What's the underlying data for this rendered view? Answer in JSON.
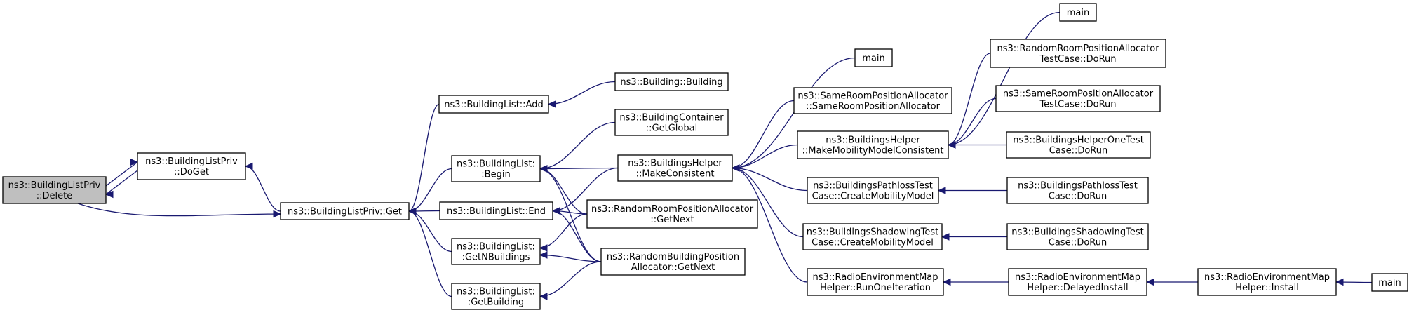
{
  "diagram": {
    "type": "call-graph",
    "nodes": [
      {
        "id": "delete",
        "lines": [
          "ns3::BuildingListPriv",
          "::Delete"
        ],
        "current": true
      },
      {
        "id": "doget",
        "lines": [
          "ns3::BuildingListPriv",
          "::DoGet"
        ]
      },
      {
        "id": "get",
        "lines": [
          "ns3::BuildingListPriv::Get"
        ]
      },
      {
        "id": "add",
        "lines": [
          "ns3::BuildingList::Add"
        ]
      },
      {
        "id": "begin",
        "lines": [
          "ns3::BuildingList:",
          ":Begin"
        ]
      },
      {
        "id": "end",
        "lines": [
          "ns3::BuildingList::End"
        ]
      },
      {
        "id": "getnb",
        "lines": [
          "ns3::BuildingList:",
          ":GetNBuildings"
        ]
      },
      {
        "id": "getbuilding",
        "lines": [
          "ns3::BuildingList:",
          ":GetBuilding"
        ]
      },
      {
        "id": "building",
        "lines": [
          "ns3::Building::Building"
        ]
      },
      {
        "id": "container",
        "lines": [
          "ns3::BuildingContainer",
          "::GetGlobal"
        ]
      },
      {
        "id": "makeconsistent",
        "lines": [
          "ns3::BuildingsHelper",
          "::MakeConsistent"
        ]
      },
      {
        "id": "rroom_getnext",
        "lines": [
          "ns3::RandomRoomPositionAllocator",
          "::GetNext"
        ]
      },
      {
        "id": "rbuild_getnext",
        "lines": [
          "ns3::RandomBuildingPosition",
          "Allocator::GetNext"
        ]
      },
      {
        "id": "main1",
        "lines": [
          "main"
        ]
      },
      {
        "id": "sameroom",
        "lines": [
          "ns3::SameRoomPositionAllocator",
          "::SameRoomPositionAllocator"
        ]
      },
      {
        "id": "mmconsistent",
        "lines": [
          "ns3::BuildingsHelper",
          "::MakeMobilityModelConsistent"
        ]
      },
      {
        "id": "pathloss_cmm",
        "lines": [
          "ns3::BuildingsPathlossTest",
          "Case::CreateMobilityModel"
        ]
      },
      {
        "id": "shadow_cmm",
        "lines": [
          "ns3::BuildingsShadowingTest",
          "Case::CreateMobilityModel"
        ]
      },
      {
        "id": "rem_run",
        "lines": [
          "ns3::RadioEnvironmentMap",
          "Helper::RunOneIteration"
        ]
      },
      {
        "id": "main2",
        "lines": [
          "main"
        ]
      },
      {
        "id": "rroom_test",
        "lines": [
          "ns3::RandomRoomPositionAllocator",
          "TestCase::DoRun"
        ]
      },
      {
        "id": "sameroom_test",
        "lines": [
          "ns3::SameRoomPositionAllocator",
          "TestCase::DoRun"
        ]
      },
      {
        "id": "helper_test",
        "lines": [
          "ns3::BuildingsHelperOneTest",
          "Case::DoRun"
        ]
      },
      {
        "id": "pathloss_test",
        "lines": [
          "ns3::BuildingsPathlossTest",
          "Case::DoRun"
        ]
      },
      {
        "id": "shadow_test",
        "lines": [
          "ns3::BuildingsShadowingTest",
          "Case::DoRun"
        ]
      },
      {
        "id": "rem_delayed",
        "lines": [
          "ns3::RadioEnvironmentMap",
          "Helper::DelayedInstall"
        ]
      },
      {
        "id": "rem_install",
        "lines": [
          "ns3::RadioEnvironmentMap",
          "Helper::Install"
        ]
      },
      {
        "id": "main3",
        "lines": [
          "main"
        ]
      }
    ],
    "edges": [
      {
        "from": "doget",
        "to": "delete"
      },
      {
        "from": "delete",
        "to": "doget"
      },
      {
        "from": "delete",
        "to": "get"
      },
      {
        "from": "get",
        "to": "doget"
      },
      {
        "from": "add",
        "to": "get"
      },
      {
        "from": "begin",
        "to": "get"
      },
      {
        "from": "end",
        "to": "get"
      },
      {
        "from": "getnb",
        "to": "get"
      },
      {
        "from": "getbuilding",
        "to": "get"
      },
      {
        "from": "building",
        "to": "add"
      },
      {
        "from": "container",
        "to": "begin"
      },
      {
        "from": "makeconsistent",
        "to": "begin"
      },
      {
        "from": "rroom_getnext",
        "to": "begin"
      },
      {
        "from": "rbuild_getnext",
        "to": "begin"
      },
      {
        "from": "makeconsistent",
        "to": "end"
      },
      {
        "from": "rroom_getnext",
        "to": "end"
      },
      {
        "from": "rbuild_getnext",
        "to": "end"
      },
      {
        "from": "rroom_getnext",
        "to": "getnb"
      },
      {
        "from": "rbuild_getnext",
        "to": "getnb"
      },
      {
        "from": "rbuild_getnext",
        "to": "getbuilding"
      },
      {
        "from": "main1",
        "to": "makeconsistent"
      },
      {
        "from": "sameroom",
        "to": "makeconsistent"
      },
      {
        "from": "mmconsistent",
        "to": "makeconsistent"
      },
      {
        "from": "pathloss_cmm",
        "to": "makeconsistent"
      },
      {
        "from": "shadow_cmm",
        "to": "makeconsistent"
      },
      {
        "from": "rem_run",
        "to": "makeconsistent"
      },
      {
        "from": "main2",
        "to": "mmconsistent"
      },
      {
        "from": "rroom_test",
        "to": "mmconsistent"
      },
      {
        "from": "sameroom_test",
        "to": "mmconsistent"
      },
      {
        "from": "helper_test",
        "to": "mmconsistent"
      },
      {
        "from": "pathloss_test",
        "to": "pathloss_cmm"
      },
      {
        "from": "shadow_test",
        "to": "shadow_cmm"
      },
      {
        "from": "rem_delayed",
        "to": "rem_run"
      },
      {
        "from": "rem_install",
        "to": "rem_delayed"
      },
      {
        "from": "main3",
        "to": "rem_install"
      }
    ],
    "colors": {
      "edge": "#191970",
      "node_border": "#000000",
      "node_fill": "#ffffff",
      "current_node_fill": "#bfbfbf"
    }
  }
}
